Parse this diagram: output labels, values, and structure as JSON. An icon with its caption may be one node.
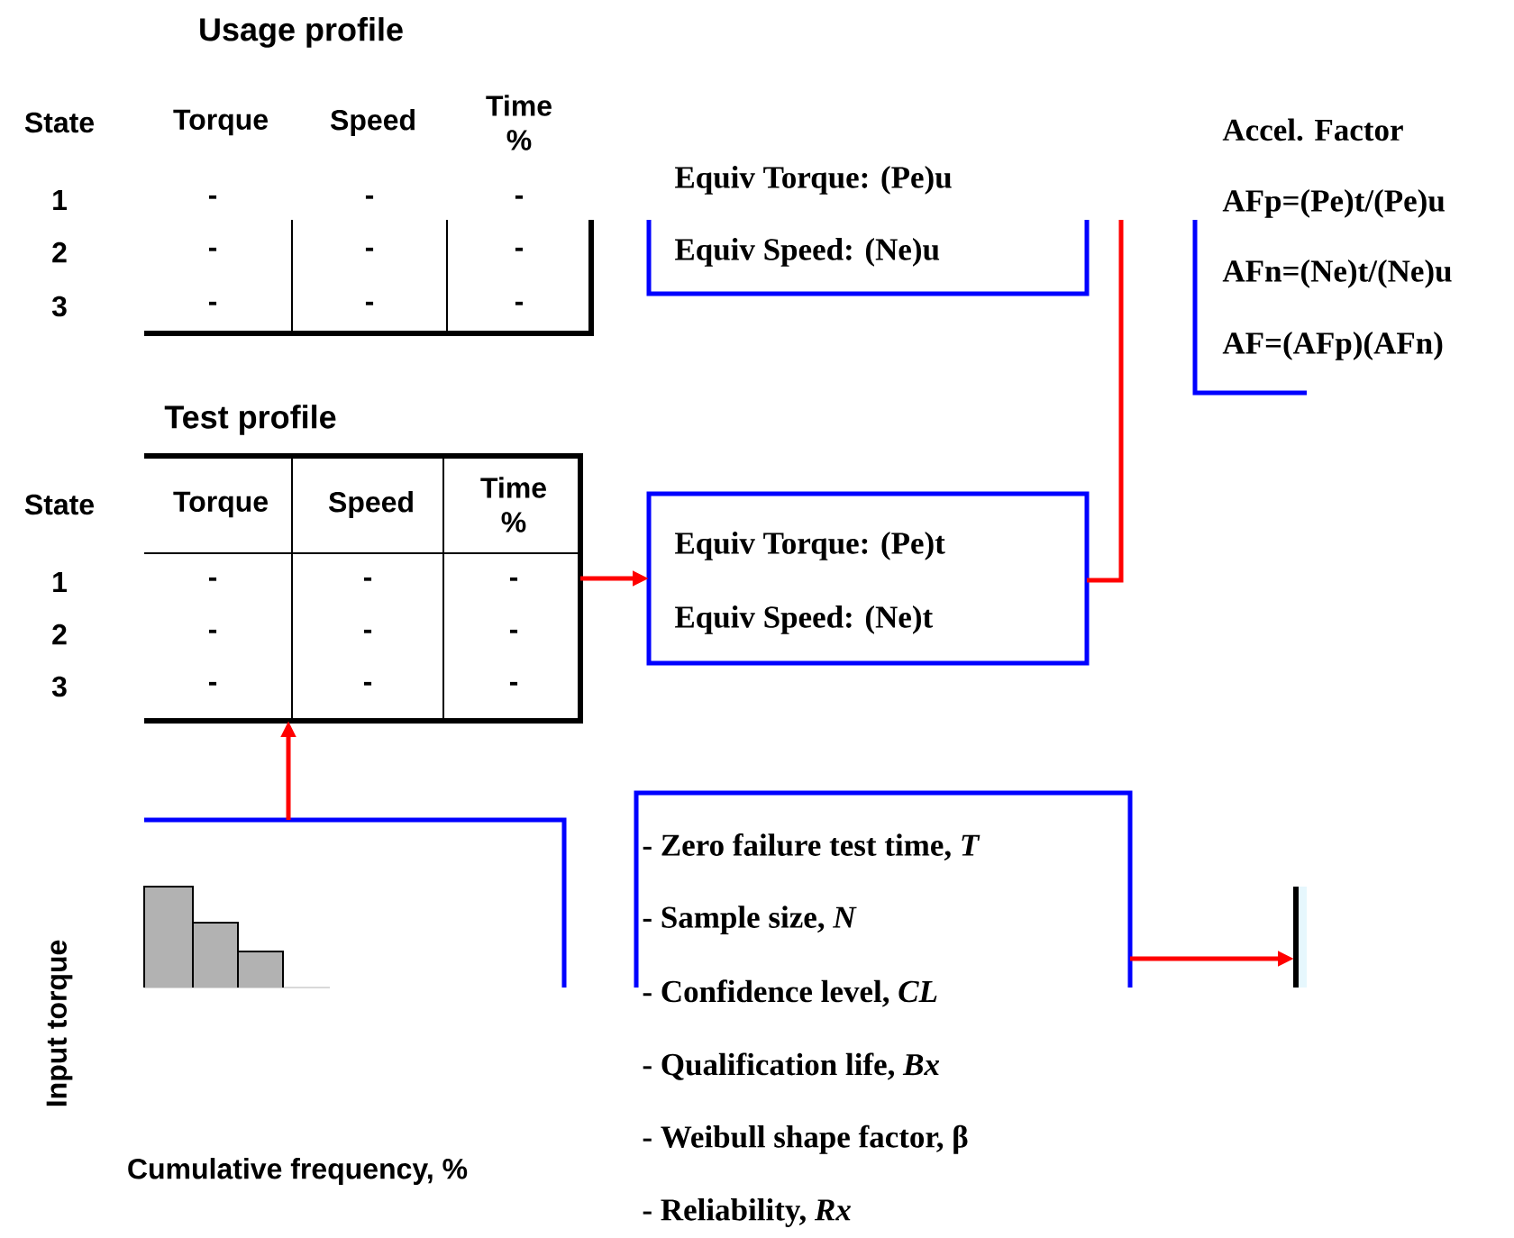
{
  "diagram": {
    "nodes": [
      {
        "text": [
          "Usage profile"
        ]
      },
      {
        "text": [
          "Equiv Torque: (Pe)u",
          "Equiv Speed: (Ne)u"
        ]
      },
      {
        "text": [
          "Accel. Factor",
          "AFp=(Pe)t/(Pe)u",
          "AFn=(Ne)t/(Ne)u",
          "AF=(AFp)(AFn)"
        ]
      },
      {
        "text": [
          "Test profile"
        ]
      },
      {
        "text": [
          "Equiv Torque: (Pe)t",
          "Equiv Speed: (Ne)t"
        ]
      },
      {
        "text": [
          "Input  torque",
          "Cumulative frequency, %"
        ]
      },
      {
        "text": [
          "- Zero failure test time, *T*",
          "- Sample size, *N*",
          "- Confidence level, *CL*",
          "- Qualification life, *Bx*",
          "- Weibull shape factor, β",
          "- Reliability, *Rx*"
        ]
      },
      {
        "text": [],
        "shape": "box"
      }
    ],
    "edges": [
      {
        "from": 3,
        "to": 4,
        "arrow": "to"
      },
      {
        "from": 5,
        "to": 3,
        "arrow": "to"
      },
      {
        "from": 6,
        "to": 7,
        "arrow": "to"
      },
      {
        "from": 4,
        "to": null,
        "arrow": "none"
      }
    ],
    "labels": [
      "State",
      "Torque",
      "Speed",
      "Time %",
      "1",
      "-",
      "-",
      "-",
      "2",
      "-",
      "-",
      "-",
      "3",
      "-",
      "-",
      "-",
      "State",
      "Torque",
      "Speed",
      "Time %",
      "1",
      "-",
      "-",
      "-",
      "2",
      "-",
      "-",
      "-",
      "3",
      "-",
      "-",
      "-"
    ]
  }
}
